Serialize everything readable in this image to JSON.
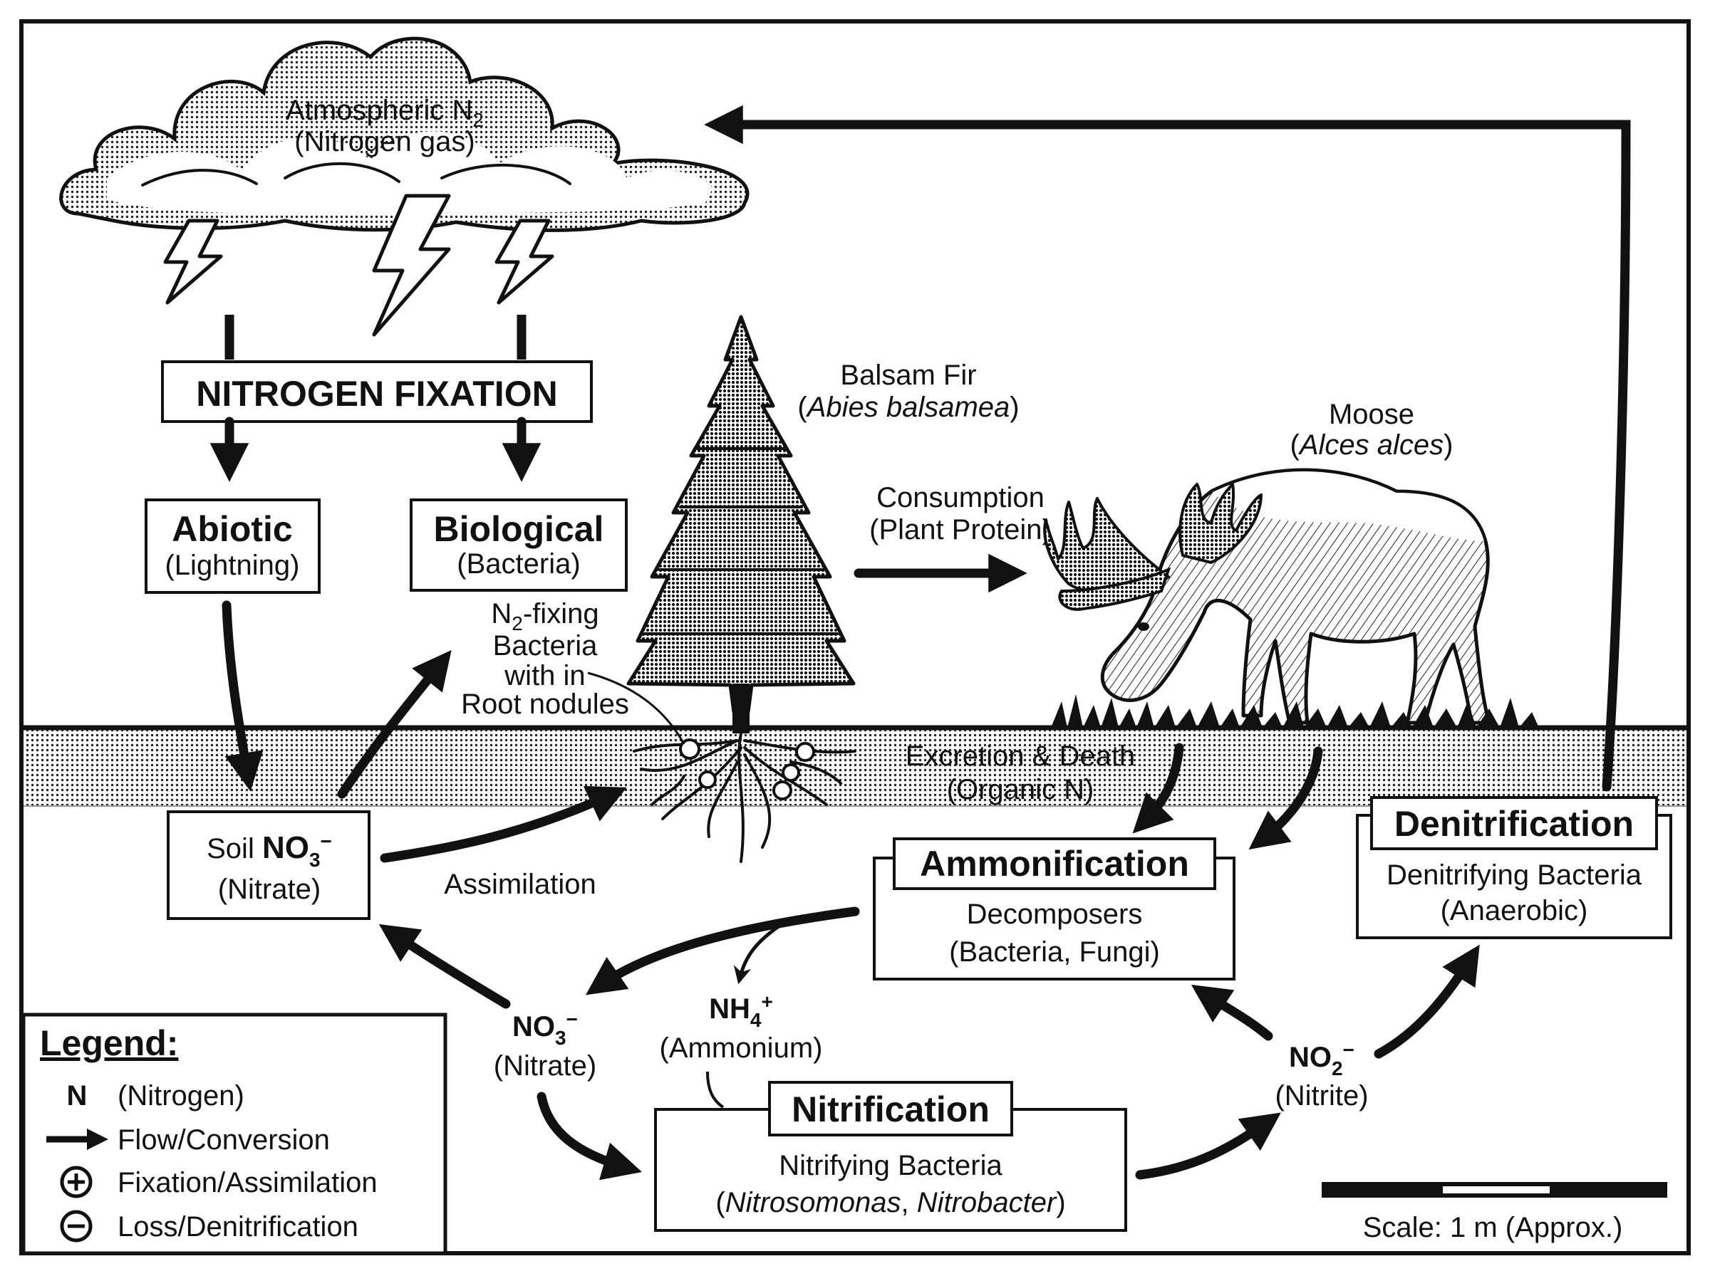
{
  "atmosphere": {
    "title": "Atmospheric N",
    "title_sub": "2",
    "subtitle": "(Nitrogen gas)"
  },
  "fixation": {
    "heading": "NITROGEN FIXATION"
  },
  "abiotic": {
    "title": "Abiotic",
    "subtitle": "(Lightning)"
  },
  "biological": {
    "title": "Biological",
    "subtitle": "(Bacteria)"
  },
  "fir": {
    "name": "Balsam Fir",
    "latin": "Abies balsamea"
  },
  "moose": {
    "name": "Moose",
    "latin": "Alces alces"
  },
  "consumption": {
    "line1": "Consumption",
    "line2": "(Plant Protein)"
  },
  "nodules": {
    "line1_a": "N",
    "line1_sub": "2",
    "line1_b": "-fixing",
    "line2": "Bacteria",
    "line3": "with in",
    "line4": "Root nodules"
  },
  "soil_nitrate": {
    "label": "Soil ",
    "formula": "NO",
    "formula_sub": "3",
    "charge": "−",
    "subtitle": "(Nitrate)"
  },
  "assimilation": {
    "label": "Assimilation"
  },
  "excretion": {
    "line1": "Excretion & Death",
    "line2": "(Organic N)"
  },
  "ammonification": {
    "title": "Ammonification",
    "line1": "Decomposers",
    "line2": "(Bacteria, Fungi)"
  },
  "denitrification": {
    "title": "Denitrification",
    "line1": "Denitrifying Bacteria",
    "line2": "(Anaerobic)"
  },
  "nitrate": {
    "formula": "NO",
    "formula_sub": "3",
    "charge": "−",
    "subtitle": "(Nitrate)"
  },
  "ammonium": {
    "formula": "NH",
    "formula_sub": "4",
    "charge": "+",
    "subtitle": "(Ammonium)"
  },
  "nitrite": {
    "formula": "NO",
    "formula_sub": "2",
    "charge": "−",
    "subtitle": "(Nitrite)"
  },
  "nitrification": {
    "title": "Nitrification",
    "line1": "Nitrifying Bacteria",
    "line2_open": "(",
    "line2_a": "Nitrosomonas",
    "line2_sep": ", ",
    "line2_b": "Nitrobacter",
    "line2_close": ")"
  },
  "legend": {
    "title": "Legend:",
    "items": [
      {
        "symbol": "N",
        "label": "(Nitrogen)"
      },
      {
        "symbol": "arrow-icon",
        "label": "Flow/Conversion"
      },
      {
        "symbol": "plus-circle-icon",
        "label": "Fixation/Assimilation"
      },
      {
        "symbol": "minus-circle-icon",
        "label": "Loss/Denitrification"
      }
    ]
  },
  "scale": {
    "label": "Scale: 1 m (Approx.)"
  }
}
